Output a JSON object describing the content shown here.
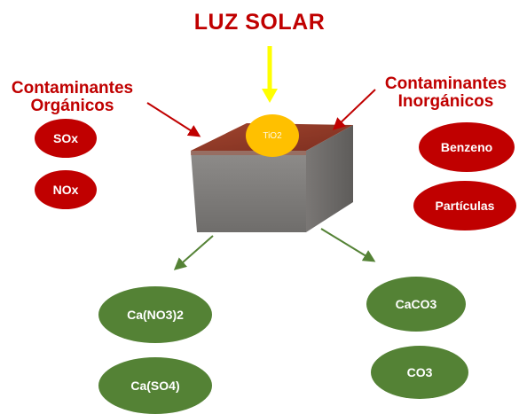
{
  "title": "LUZ SOLAR",
  "organicos": {
    "line1": "Contaminantes",
    "line2": "Orgánicos",
    "items": [
      "SOx",
      "NOx"
    ]
  },
  "inorganicos": {
    "line1": "Contaminantes",
    "line2": "Inorgánicos",
    "items": [
      "Benzeno",
      "Partículas"
    ]
  },
  "center": {
    "label": "TiO2"
  },
  "products_left": [
    "Ca(NO3)2",
    "Ca(SO4)"
  ],
  "products_right": [
    "CaCO3",
    "CO3"
  ],
  "colors": {
    "title": "#c00000",
    "pollutant": "#c00000",
    "product": "#548235",
    "catalyst": "#ffc000",
    "sun_arrow": "#ffff00"
  }
}
